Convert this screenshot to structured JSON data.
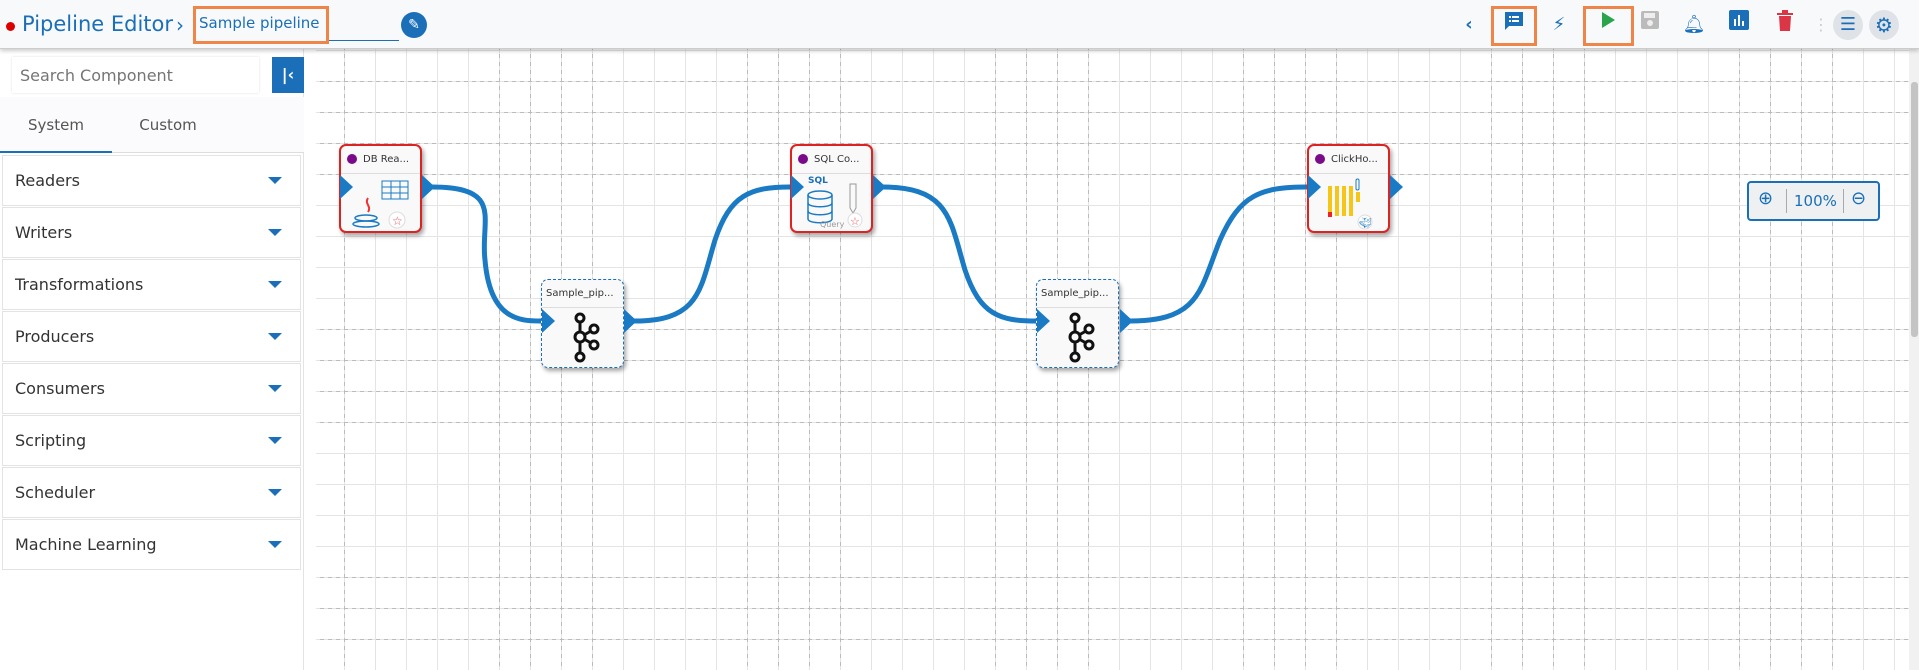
{
  "header": {
    "title": "Pipeline Editor",
    "pipeline_name": "Sample pipeline"
  },
  "toolbar": [
    "back",
    "comments",
    "run-actions",
    "run",
    "save",
    "alerts",
    "monitor",
    "delete",
    "more",
    "list",
    "settings"
  ],
  "sidebar": {
    "search_placeholder": "Search Component",
    "tabs": [
      {
        "label": "System"
      },
      {
        "label": "Custom"
      }
    ],
    "categories": [
      {
        "label": "Readers"
      },
      {
        "label": "Writers"
      },
      {
        "label": "Transformations"
      },
      {
        "label": "Producers"
      },
      {
        "label": "Consumers"
      },
      {
        "label": "Scripting"
      },
      {
        "label": "Scheduler"
      },
      {
        "label": "Machine Learning"
      }
    ]
  },
  "canvas": {
    "nodes": [
      {
        "label": "DB Rea...",
        "type": "component"
      },
      {
        "label": "Sample_pip...",
        "type": "event"
      },
      {
        "label": "SQL Co...",
        "type": "component",
        "icon_text": "SQL",
        "icon_sub": "Query"
      },
      {
        "label": "Sample_pip...",
        "type": "event"
      },
      {
        "label": "ClickHo...",
        "type": "component"
      }
    ],
    "zoom": "100%"
  },
  "colors": {
    "accent": "#1a6fb8",
    "highlight": "#f0854a",
    "status_dot": "#7a0a8a",
    "node_border": "#d22222"
  }
}
